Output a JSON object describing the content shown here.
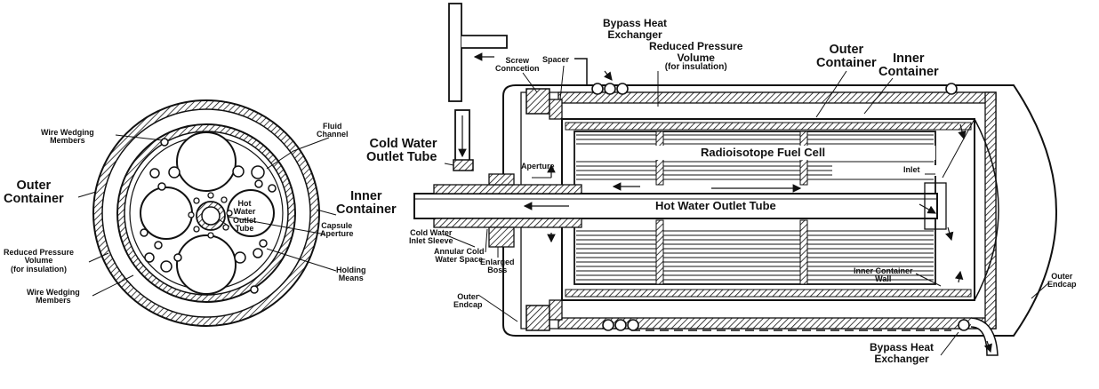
{
  "labels": {
    "wire_wedging_top": [
      "Wire Wedging",
      "Members"
    ],
    "fluid_channel": [
      "Fluid",
      "Channel"
    ],
    "outer_container_left": [
      "Outer",
      "Container"
    ],
    "inner_container_left": [
      "Inner",
      "Container"
    ],
    "hot_water_outlet_small": [
      "Hot",
      "Water",
      "Outlet",
      "Tube"
    ],
    "capsule_aperture": [
      "Capsule",
      "Aperture"
    ],
    "reduced_pressure_left": [
      "Reduced Pressure",
      "Volume",
      "(for insulation)"
    ],
    "holding_means": [
      "Holding",
      "Means"
    ],
    "wire_wedging_bottom": [
      "Wire Wedging",
      "Members"
    ],
    "bypass_top": [
      "Bypass Heat",
      "Exchanger"
    ],
    "screw_connection": [
      "Screw",
      "Conncetion"
    ],
    "spacer": "Spacer",
    "reduced_pressure_right": [
      "Reduced Pressure",
      "Volume",
      "(for insulation)"
    ],
    "outer_container_right": [
      "Outer",
      "Container"
    ],
    "inner_container_right": [
      "Inner",
      "Container"
    ],
    "cold_water_outlet": [
      "Cold Water",
      "Outlet Tube"
    ],
    "aperture": "Aperture",
    "fuel_cell": "Radioisotope Fuel Cell",
    "inlet": "Inlet",
    "hot_water_outlet": "Hot Water Outlet Tube",
    "cold_water_inlet_sleeve": [
      "Cold Water",
      "Inlet Sleeve"
    ],
    "annular_cold": [
      "Annular Cold",
      "Water Space"
    ],
    "enlarged_boss": [
      "Enlarged",
      "Boss"
    ],
    "outer_endcap_left": [
      "Outer",
      "Endcap"
    ],
    "inner_container_wall": [
      "Inner Container",
      "Wall"
    ],
    "outer_endcap_right": [
      "Outer",
      "Endcap"
    ],
    "bypass_bottom": [
      "Bypass Heat",
      "Exchanger"
    ]
  }
}
